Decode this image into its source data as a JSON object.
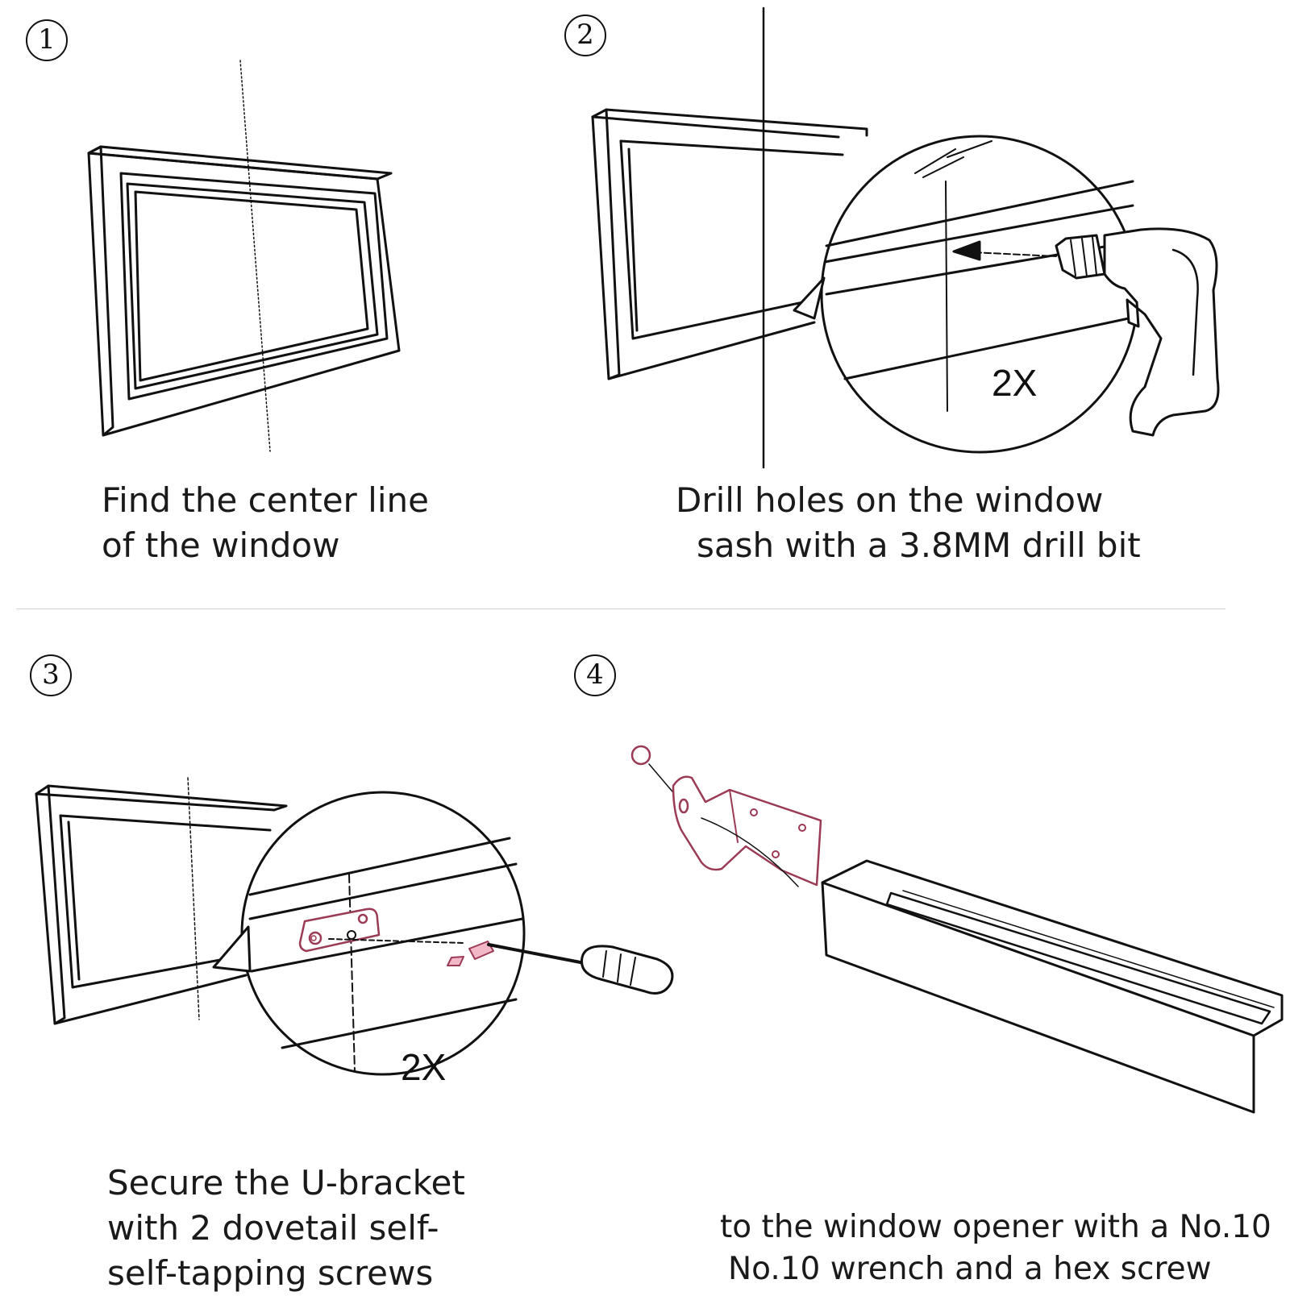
{
  "steps": [
    {
      "number": "1",
      "caption": [
        "Find the center line",
        "of the window"
      ]
    },
    {
      "number": "2",
      "caption": [
        "Drill holes on the window",
        "sash with a 3.8MM drill bit"
      ],
      "quantity": "2X"
    },
    {
      "number": "3",
      "caption": [
        "Secure the U-bracket",
        "with 2 dovetail self-",
        "self-tapping screws"
      ],
      "quantity": "2X"
    },
    {
      "number": "4",
      "caption": [
        "to the window opener with a No.10",
        "No.10 wrench and a hex screw"
      ]
    }
  ],
  "colors": {
    "line_art": "#111111",
    "highlight_part": "#9b3a55",
    "highlight_fill": "#f2b8c8",
    "divider": "#d5d5d5"
  }
}
